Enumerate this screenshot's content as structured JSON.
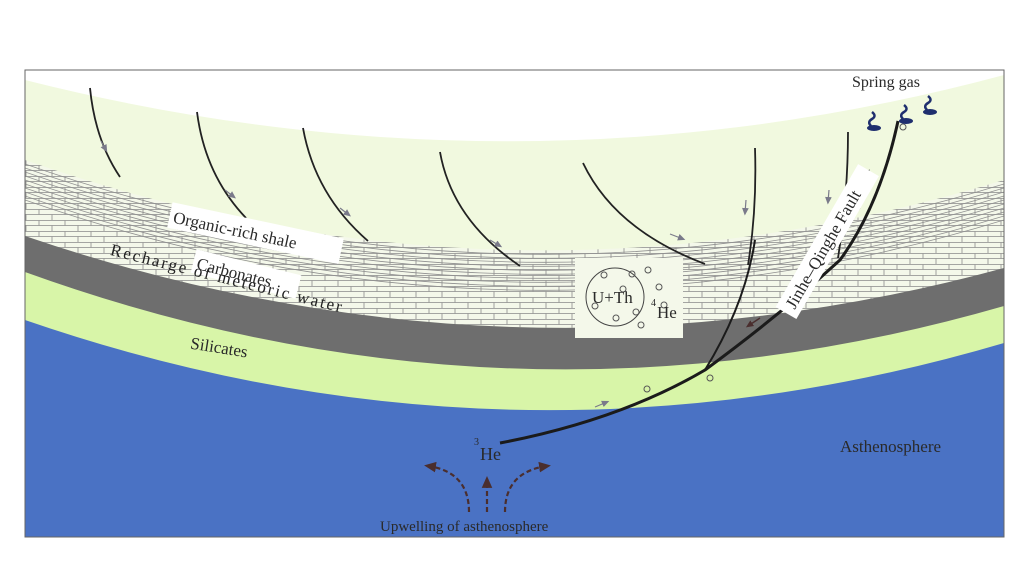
{
  "labels": {
    "spring_gas": "Spring gas",
    "organic_rich_shale": "Organic-rich shale",
    "carbonates": "Carbonates",
    "recharge": "Recharge of meteoric water",
    "silicates": "Silicates",
    "u_th": "U+Th",
    "he4_sup": "4",
    "he4": "He",
    "he3_sup": "3",
    "he3": "He",
    "fault": "Jinhe–Qinghe Fault",
    "asthenosphere": "Asthenosphere",
    "upwelling": "Upwelling of asthenosphere"
  },
  "colors": {
    "background_layer": "#f1f9df",
    "shale": "#f4f8ea",
    "recharge_band": "#6e6e6e",
    "silicates": "#d8f5a8",
    "asthenosphere": "#4a72c4",
    "fault_line": "#1b1b1b",
    "spring_icon": "#1f2f6e"
  }
}
